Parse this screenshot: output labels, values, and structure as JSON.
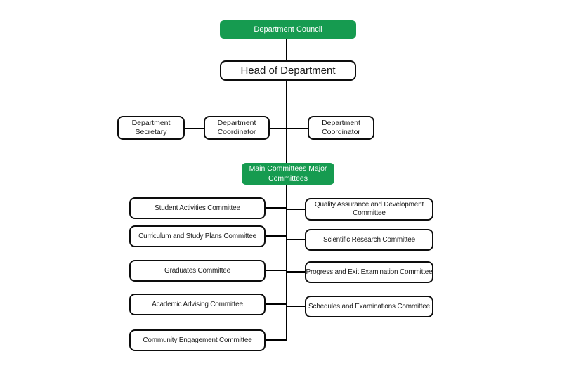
{
  "colors": {
    "brand_green": "#169b50",
    "line": "#000000",
    "border": "#0d0d0d",
    "text_dark": "#1a1a1a",
    "text_light": "#ffffff"
  },
  "org_chart": {
    "council": {
      "label": "Department Council"
    },
    "head": {
      "label": "Head of Department"
    },
    "staff": [
      {
        "label": "Department Secretary"
      },
      {
        "label": "Department Coordinator"
      },
      {
        "label": "Department Coordinator"
      }
    ],
    "committees_header": {
      "label": "Main Committees Major Committees"
    },
    "left_committees": [
      {
        "label": "Student Activities Committee"
      },
      {
        "label": "Curriculum and Study Plans Committee"
      },
      {
        "label": "Graduates Committee"
      },
      {
        "label": "Academic Advising Committee"
      },
      {
        "label": "Community Engagement Committee"
      }
    ],
    "right_committees": [
      {
        "label": "Quality Assurance and Development Committee"
      },
      {
        "label": "Scientific Research Committee"
      },
      {
        "label": "Progress and Exit Examination Committee"
      },
      {
        "label": "Schedules and Examinations Committee"
      }
    ]
  }
}
